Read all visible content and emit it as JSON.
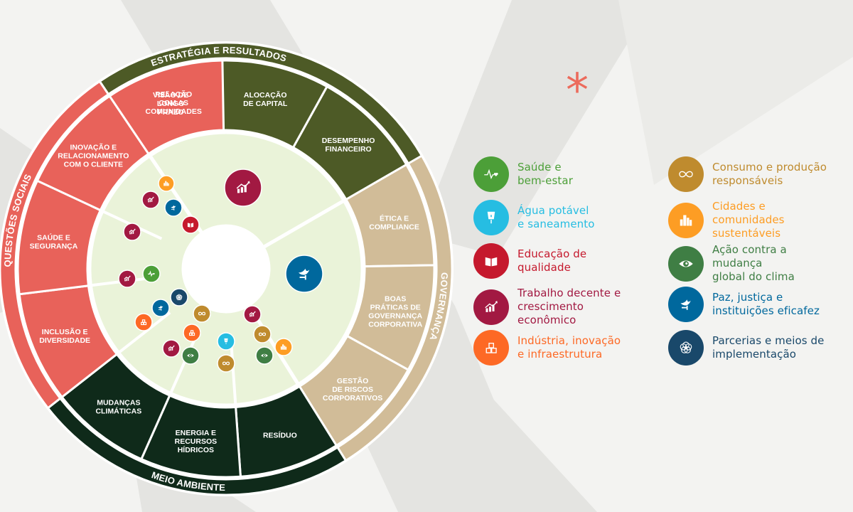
{
  "asterisk": "*",
  "ring": {
    "strategy": "ESTRATÉGIA E RESULTADOS",
    "governance": "GOVERNANÇA",
    "environment": "MEIO AMBIENTE",
    "social": "QUESTÕES SOCIAIS"
  },
  "segments": [
    {
      "key": "visao",
      "lines": [
        "VISÃO DE",
        "LONGO",
        "PRAZO"
      ]
    },
    {
      "key": "alocacao",
      "lines": [
        "ALOCAÇÃO",
        "DE CAPITAL"
      ]
    },
    {
      "key": "desempenho",
      "lines": [
        "DESEMPENHO",
        "FINANCEIRO"
      ]
    },
    {
      "key": "etica",
      "lines": [
        "ÉTICA E",
        "COMPLIANCE"
      ]
    },
    {
      "key": "boas",
      "lines": [
        "BOAS",
        "PRÁTICAS DE",
        "GOVERNANÇA",
        "CORPORATIVA"
      ]
    },
    {
      "key": "gestao",
      "lines": [
        "GESTÃO",
        "DE RISCOS",
        "CORPORATIVOS"
      ]
    },
    {
      "key": "residuo",
      "lines": [
        "RESÍDUO"
      ]
    },
    {
      "key": "energia",
      "lines": [
        "ENERGIA E",
        "RECURSOS",
        "HÍDRICOS"
      ]
    },
    {
      "key": "mudancas",
      "lines": [
        "MUDANÇAS",
        "CLIMÁTICAS"
      ]
    },
    {
      "key": "inclusao",
      "lines": [
        "INCLUSÃO E",
        "DIVERSIDADE"
      ]
    },
    {
      "key": "saude",
      "lines": [
        "SAÚDE E",
        "SEGURANÇA"
      ]
    },
    {
      "key": "inovacao",
      "lines": [
        "INOVAÇÃO E",
        "RELACIONAMENTO",
        "COM O CLIENTE"
      ]
    },
    {
      "key": "relacao",
      "lines": [
        "RELAÇÃO",
        "COM AS",
        "COMUNIDADES"
      ]
    }
  ],
  "legend": [
    {
      "icon": "health-icon",
      "color": "#4c9f38",
      "text_color": "#4c9f38",
      "lines": [
        "Saúde e",
        "bem-estar"
      ]
    },
    {
      "icon": "water-icon",
      "color": "#26bde2",
      "text_color": "#26bde2",
      "lines": [
        "Água potável",
        "e saneamento"
      ]
    },
    {
      "icon": "education-icon",
      "color": "#c5192d",
      "text_color": "#c5192d",
      "lines": [
        "Educação de",
        "qualidade"
      ]
    },
    {
      "icon": "growth-icon",
      "color": "#a21942",
      "text_color": "#a21942",
      "lines": [
        "Trabalho decente e",
        "crescimento econômico"
      ]
    },
    {
      "icon": "industry-icon",
      "color": "#fd6925",
      "text_color": "#fd6925",
      "lines": [
        "Indústria, inovação",
        "e infraestrutura"
      ]
    },
    {
      "icon": "infinity-icon",
      "color": "#bf8b2e",
      "text_color": "#bf8b2e",
      "lines": [
        "Consumo e produção",
        "responsáveis"
      ]
    },
    {
      "icon": "city-icon",
      "color": "#fd9d24",
      "text_color": "#fd9d24",
      "lines": [
        "Cidades e comunidades",
        "sustentáveis"
      ]
    },
    {
      "icon": "climate-eye-icon",
      "color": "#3f7e44",
      "text_color": "#3f7e44",
      "lines": [
        "Ação contra a mudança",
        "global do clima"
      ]
    },
    {
      "icon": "peace-dove-icon",
      "color": "#00689d",
      "text_color": "#00689d",
      "lines": [
        "Paz,  justiça e",
        "instituições eficafez"
      ]
    },
    {
      "icon": "partnership-icon",
      "color": "#19486a",
      "text_color": "#19486a",
      "lines": [
        "Parcerias e meios de",
        "implementação"
      ]
    }
  ]
}
